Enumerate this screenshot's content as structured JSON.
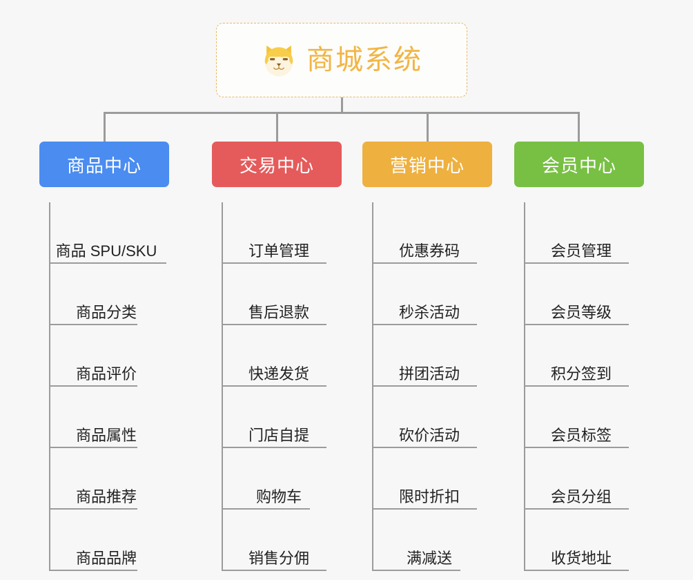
{
  "root": {
    "title": "商城系统",
    "icon": "shiba-dog-face-emoji",
    "accent_color": "#f2b544",
    "border_color": "#e8b765"
  },
  "canvas": {
    "background_color": "#f7f7f7",
    "connector_color": "#9b9b9b"
  },
  "columns": [
    {
      "header": "商品中心",
      "color": "#4a8cf0",
      "items": [
        "商品 SPU/SKU",
        "商品分类",
        "商品评价",
        "商品属性",
        "商品推荐",
        "商品品牌"
      ]
    },
    {
      "header": "交易中心",
      "color": "#e55b5b",
      "items": [
        "订单管理",
        "售后退款",
        "快递发货",
        "门店自提",
        "购物车",
        "销售分佣"
      ]
    },
    {
      "header": "营销中心",
      "color": "#eeb03f",
      "items": [
        "优惠券码",
        "秒杀活动",
        "拼团活动",
        "砍价活动",
        "限时折扣",
        "满减送"
      ]
    },
    {
      "header": "会员中心",
      "color": "#78c043",
      "items": [
        "会员管理",
        "会员等级",
        "积分签到",
        "会员标签",
        "会员分组",
        "收货地址"
      ]
    }
  ]
}
